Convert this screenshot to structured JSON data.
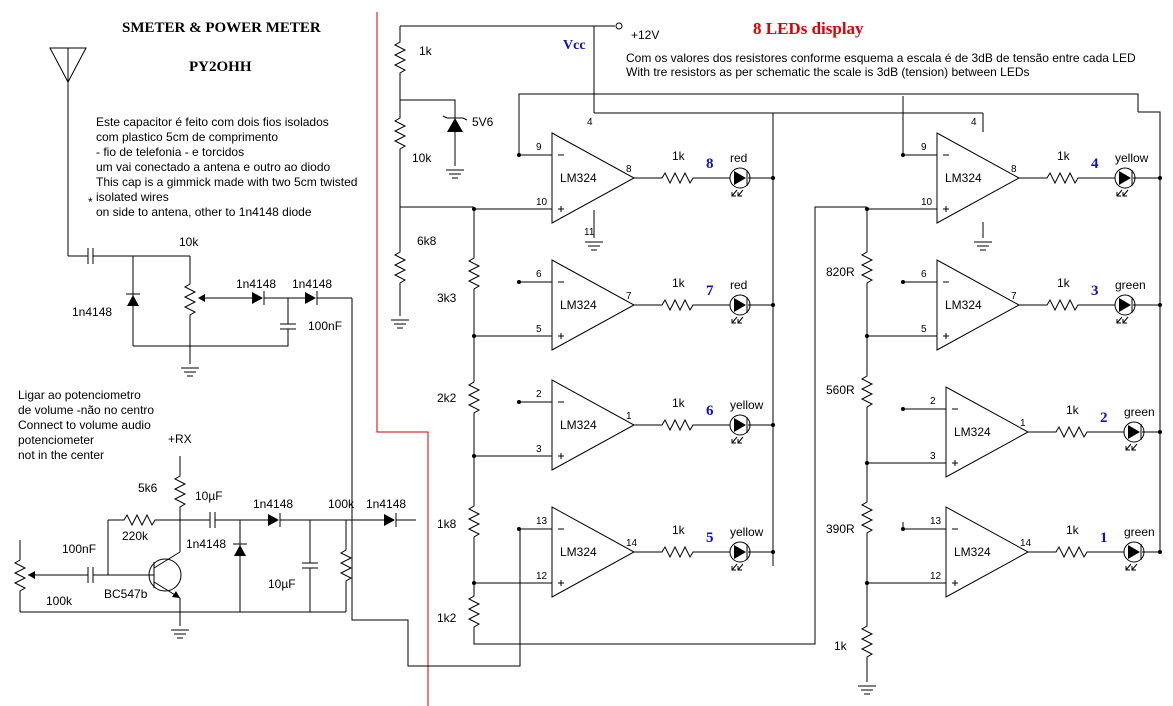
{
  "titles": {
    "main": "SMETER & POWER METER",
    "author": "PY2OHH",
    "leds": "8 LEDs display",
    "vcc": "Vcc",
    "supply": "+12V",
    "rx": "+RX"
  },
  "notes": {
    "capacitor": [
      "Este capacitor é feito com dois fios isolados",
      "com plastico 5cm de comprimento",
      " - fio de telefonia - e torcidos",
      "um vai conectado a antena e outro ao diodo",
      "This cap is a gimmick made with two 5cm  twisted",
      "isolated wires",
      "on side to antena, other to 1n4148 diode"
    ],
    "volume": [
      "Ligar ao potenciometro",
      "de volume -não no centro",
      "Connect to volume audio",
      "potenciometer",
      "not in the center"
    ],
    "scale": [
      "Com os valores dos resistores conforme esquema a escala é de 3dB de tensão entre cada LED",
      "With tre resistors as per schematic the scale is 3dB (tension) between LEDs"
    ],
    "asterisk": "*"
  },
  "components": {
    "rf_pot": "10k",
    "rf_diode1": "1n4148",
    "rf_diode2": "1n4148",
    "rf_diode3": "1n4148",
    "rf_cap": "100nF",
    "r_top": "1k",
    "zener": "5V6",
    "r_zener": "10k",
    "r_ladder_l0": "6k8",
    "r_ladder_l1": "3k3",
    "r_ladder_l2": "2k2",
    "r_ladder_l3": "1k8",
    "r_ladder_l4": "1k2",
    "r_ladder_r1": "820R",
    "r_ladder_r2": "560R",
    "r_ladder_r3": "390R",
    "r_ladder_r4": "1k",
    "af_pot": "100k",
    "af_cap_in": "100nF",
    "af_r_base": "220k",
    "af_r_coll": "5k6",
    "af_cap_out": "10µF",
    "af_diode1": "1n4148",
    "af_diode2": "1n4148",
    "af_diode3": "1n4148",
    "af_cap_filter": "10µF",
    "af_r_load": "100k",
    "transistor": "BC547b"
  },
  "opamps": [
    {
      "name": "LM324",
      "inv": "9",
      "non": "10",
      "out": "8",
      "r": "1k",
      "led": "8",
      "color": "red"
    },
    {
      "name": "LM324",
      "inv": "6",
      "non": "5",
      "out": "7",
      "r": "1k",
      "led": "7",
      "color": "red"
    },
    {
      "name": "LM324",
      "inv": "2",
      "non": "3",
      "out": "1",
      "r": "1k",
      "led": "6",
      "color": "yellow"
    },
    {
      "name": "LM324",
      "inv": "13",
      "non": "12",
      "out": "14",
      "r": "1k",
      "led": "5",
      "color": "yellow"
    },
    {
      "name": "LM324",
      "inv": "9",
      "non": "10",
      "out": "8",
      "r": "1k",
      "led": "4",
      "color": "yellow"
    },
    {
      "name": "LM324",
      "inv": "6",
      "non": "5",
      "out": "7",
      "r": "1k",
      "led": "3",
      "color": "green"
    },
    {
      "name": "LM324",
      "inv": "2",
      "non": "3",
      "out": "1",
      "r": "1k",
      "led": "2",
      "color": "green"
    },
    {
      "name": "LM324",
      "inv": "13",
      "non": "12",
      "out": "14",
      "r": "1k",
      "led": "1",
      "color": "green"
    }
  ],
  "pins": {
    "vcc_l": "4",
    "gnd_l": "11",
    "vcc_r": "4"
  }
}
